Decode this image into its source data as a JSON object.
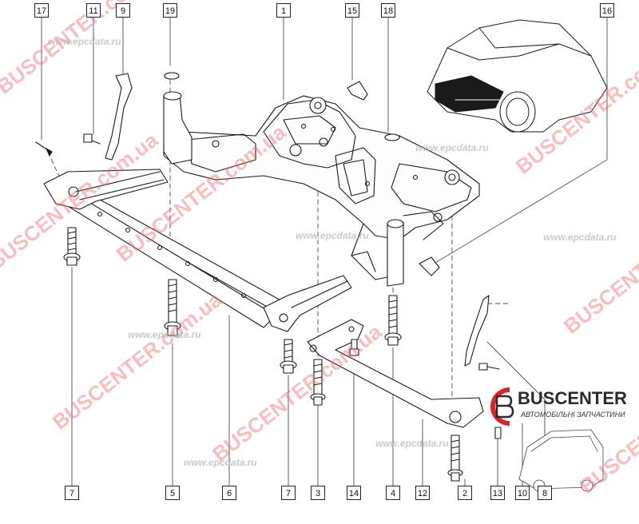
{
  "callouts": [
    {
      "id": "c17",
      "text": "17"
    },
    {
      "id": "c11",
      "text": "11"
    },
    {
      "id": "c9",
      "text": "9"
    },
    {
      "id": "c19",
      "text": "19"
    },
    {
      "id": "c1",
      "text": "1"
    },
    {
      "id": "c15",
      "text": "15"
    },
    {
      "id": "c18",
      "text": "18"
    },
    {
      "id": "c16",
      "text": "16"
    },
    {
      "id": "c7a",
      "text": "7"
    },
    {
      "id": "c5",
      "text": "5"
    },
    {
      "id": "c6",
      "text": "6"
    },
    {
      "id": "c7b",
      "text": "7"
    },
    {
      "id": "c3",
      "text": "3"
    },
    {
      "id": "c14",
      "text": "14"
    },
    {
      "id": "c4",
      "text": "4"
    },
    {
      "id": "c12",
      "text": "12"
    },
    {
      "id": "c2",
      "text": "2"
    },
    {
      "id": "c13",
      "text": "13"
    },
    {
      "id": "c10",
      "text": "10"
    },
    {
      "id": "c8",
      "text": "8"
    }
  ],
  "watermarks": {
    "brand": "BUSCENTER",
    "site": "BUSCENTER.com.ua",
    "domain": ".com.ua",
    "epc": "www.epcdata.ru"
  },
  "logo": {
    "title": "BUSCENTER",
    "subtitle": "АВТОМОБІЛЬНІ ЗАПЧАСТИНИ"
  },
  "colors": {
    "line": "#1a1a1a",
    "watermark": "#eb6e6e",
    "logo_accent": "#d9262c"
  }
}
